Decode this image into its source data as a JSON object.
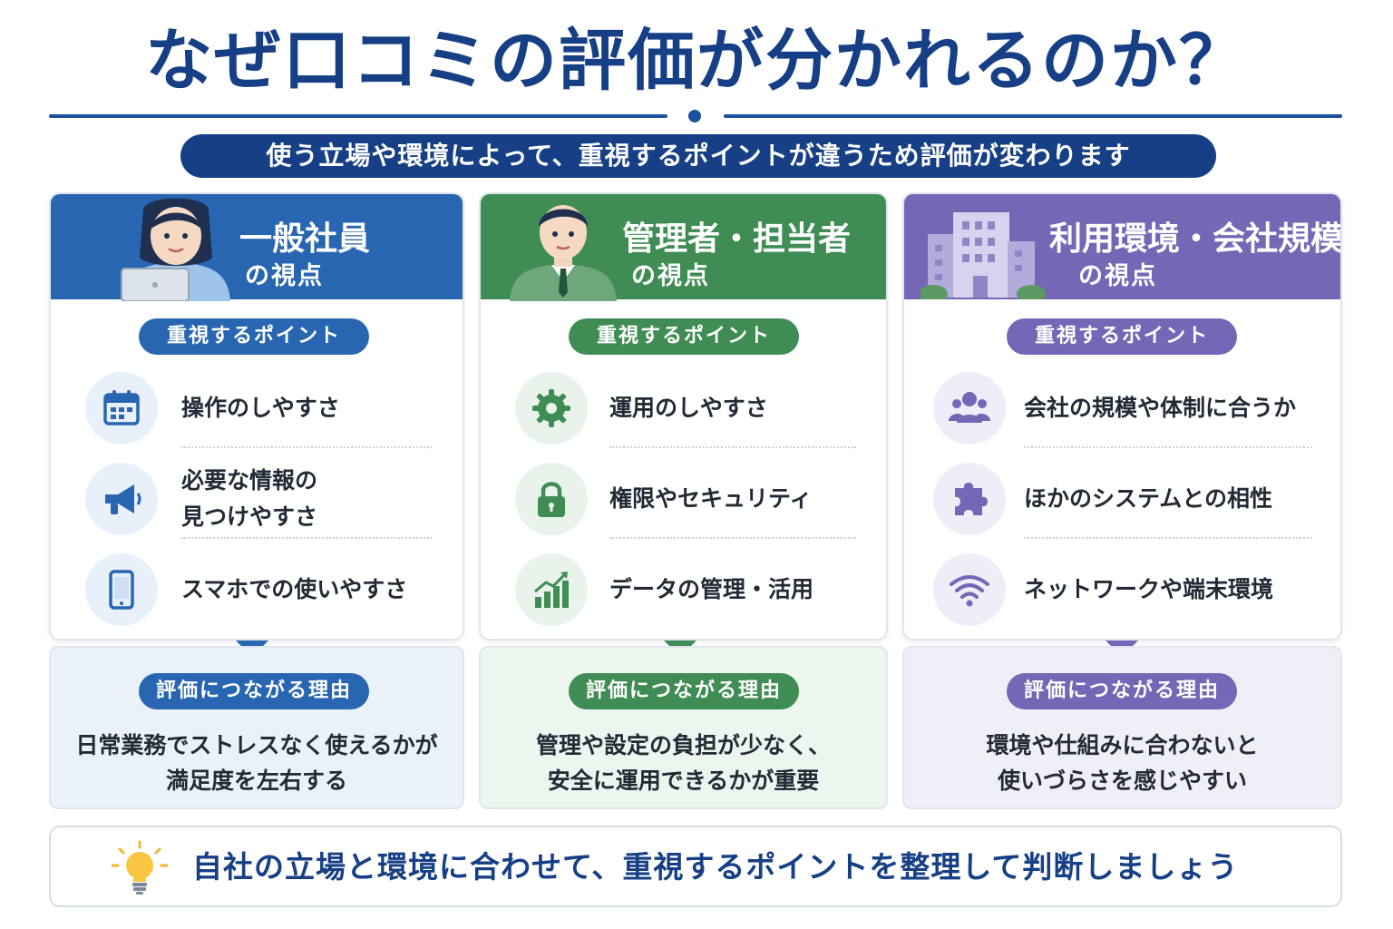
{
  "title": "なぜ口コミの評価が分かれるのか？",
  "subtitle": "使う立場や環境によって、重視するポイントが違うため評価が変わります",
  "point_label": "重視するポイント",
  "reason_label": "評価につながる理由",
  "columns": [
    {
      "title": "一般社員",
      "subtitle": "の視点",
      "color": "#2866b2",
      "avatar": "employee-with-laptop",
      "items": [
        {
          "icon": "calendar-icon",
          "lines": [
            "操作のしやすさ"
          ]
        },
        {
          "icon": "megaphone-icon",
          "lines": [
            "必要な情報の",
            "見つけやすさ"
          ]
        },
        {
          "icon": "smartphone-icon",
          "lines": [
            "スマホでの使いやすさ"
          ]
        }
      ],
      "reason": [
        "日常業務でストレスなく使えるかが",
        "満足度を左右する"
      ]
    },
    {
      "title": "管理者・担当者",
      "subtitle": "の視点",
      "color": "#3f8d55",
      "avatar": "manager-in-suit",
      "items": [
        {
          "icon": "gear-icon",
          "lines": [
            "運用のしやすさ"
          ]
        },
        {
          "icon": "lock-icon",
          "lines": [
            "権限やセキュリティ"
          ]
        },
        {
          "icon": "bar-chart-icon",
          "lines": [
            "データの管理・活用"
          ]
        }
      ],
      "reason": [
        "管理や設定の負担が少なく、",
        "安全に運用できるかが重要"
      ]
    },
    {
      "title": "利用環境・会社規模",
      "subtitle": "の視点",
      "color": "#7567b6",
      "avatar": "office-building",
      "items": [
        {
          "icon": "users-icon",
          "lines": [
            "会社の規模や体制に合うか"
          ]
        },
        {
          "icon": "puzzle-icon",
          "lines": [
            "ほかのシステムとの相性"
          ]
        },
        {
          "icon": "wifi-icon",
          "lines": [
            "ネットワークや端末環境"
          ]
        }
      ],
      "reason": [
        "環境や仕組みに合わないと",
        "使いづらさを感じやすい"
      ]
    }
  ],
  "footer": {
    "icon": "lightbulb-icon",
    "text": "自社の立場と環境に合わせて、重視するポイントを整理して判断しましょう"
  }
}
